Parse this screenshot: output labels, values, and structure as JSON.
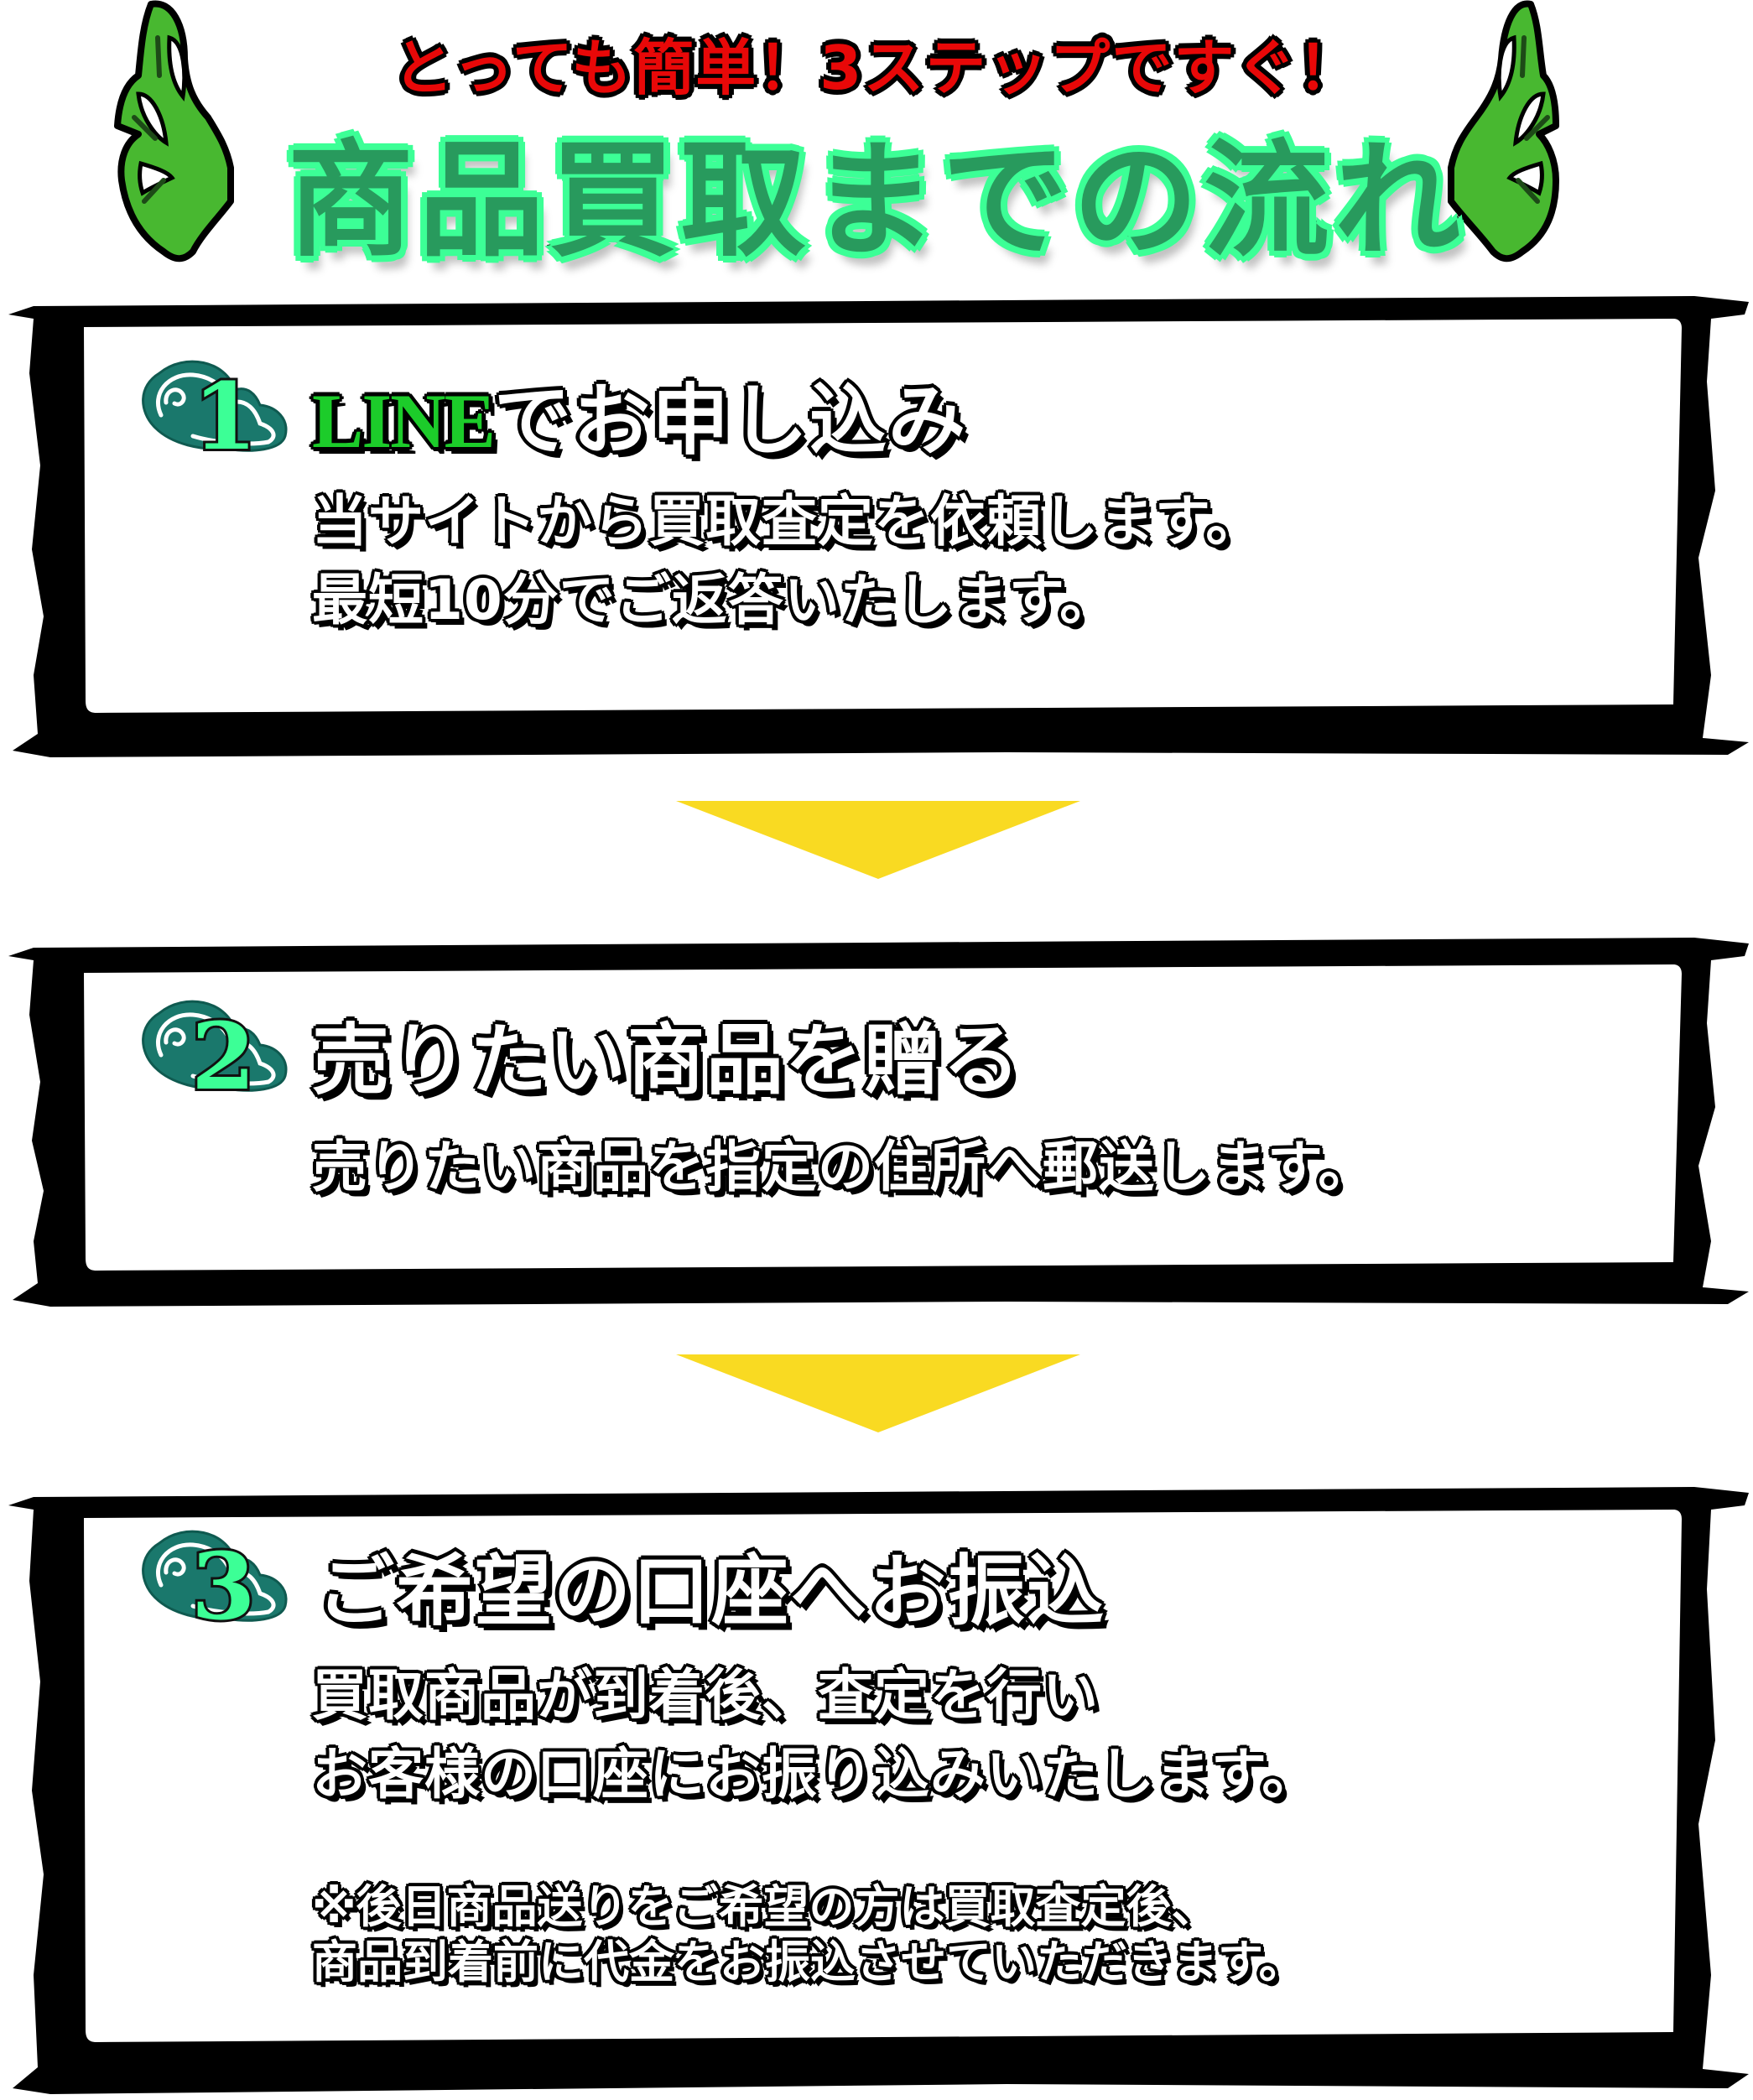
{
  "header": {
    "subtitle": "とっても簡単！3ステップですぐ！",
    "title": "商品買取までの流れ",
    "colors": {
      "subtitle_fill": "#e80808",
      "title_fill": "#289a5d",
      "title_glow": "#3cff96",
      "hand_fill": "#48b830"
    },
    "decorations": [
      "monster-hand-left-icon",
      "monster-hand-right-icon"
    ]
  },
  "steps": [
    {
      "number": "1",
      "heading_highlight": "LINE",
      "heading_rest": "でお申し込み",
      "lines": [
        "当サイトから買取査定を依頼します。",
        "最短10分でご返答いたします。"
      ]
    },
    {
      "number": "2",
      "heading_highlight": "",
      "heading_rest": "売りたい商品を贈る",
      "lines": [
        "売りたい商品を指定の住所へ郵送します。"
      ]
    },
    {
      "number": "3",
      "heading_highlight": "",
      "heading_rest": "ご希望の口座へお振込",
      "lines": [
        "買取商品が到着後、査定を行い",
        "お客様の口座にお振り込みいたします。"
      ],
      "note_lines": [
        "※後日商品送りをご希望の方は買取査定後、",
        "商品到着前に代金をお振込させていただきます。"
      ]
    }
  ],
  "colors": {
    "badge_cloud": "#1a786c",
    "badge_number": "#3cff96",
    "line_green": "#1ccc2a",
    "arrow_yellow": "#f9da22",
    "frame": "#000000"
  },
  "arrows": [
    "arrow-down-icon",
    "arrow-down-icon"
  ]
}
